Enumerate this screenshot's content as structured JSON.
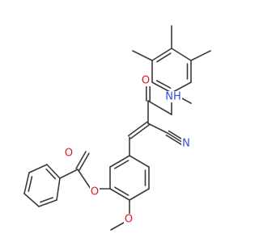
{
  "colors": {
    "bond": "#3a3a3a",
    "oxygen": "#e8141e",
    "nitrogen": "#2d4fe0",
    "background": "#ffffff"
  },
  "atom_labels": [
    {
      "id": "o-carbonyl-amide",
      "text": "O",
      "element": "oxygen"
    },
    {
      "id": "n-amide",
      "text": "NH",
      "element": "nitrogen"
    },
    {
      "id": "n-nitrile",
      "text": "N",
      "element": "nitrogen"
    },
    {
      "id": "o-carbonyl-ester",
      "text": "O",
      "element": "oxygen"
    },
    {
      "id": "o-ester-bridge",
      "text": "O",
      "element": "oxygen"
    },
    {
      "id": "o-methoxy",
      "text": "O",
      "element": "oxygen"
    }
  ]
}
